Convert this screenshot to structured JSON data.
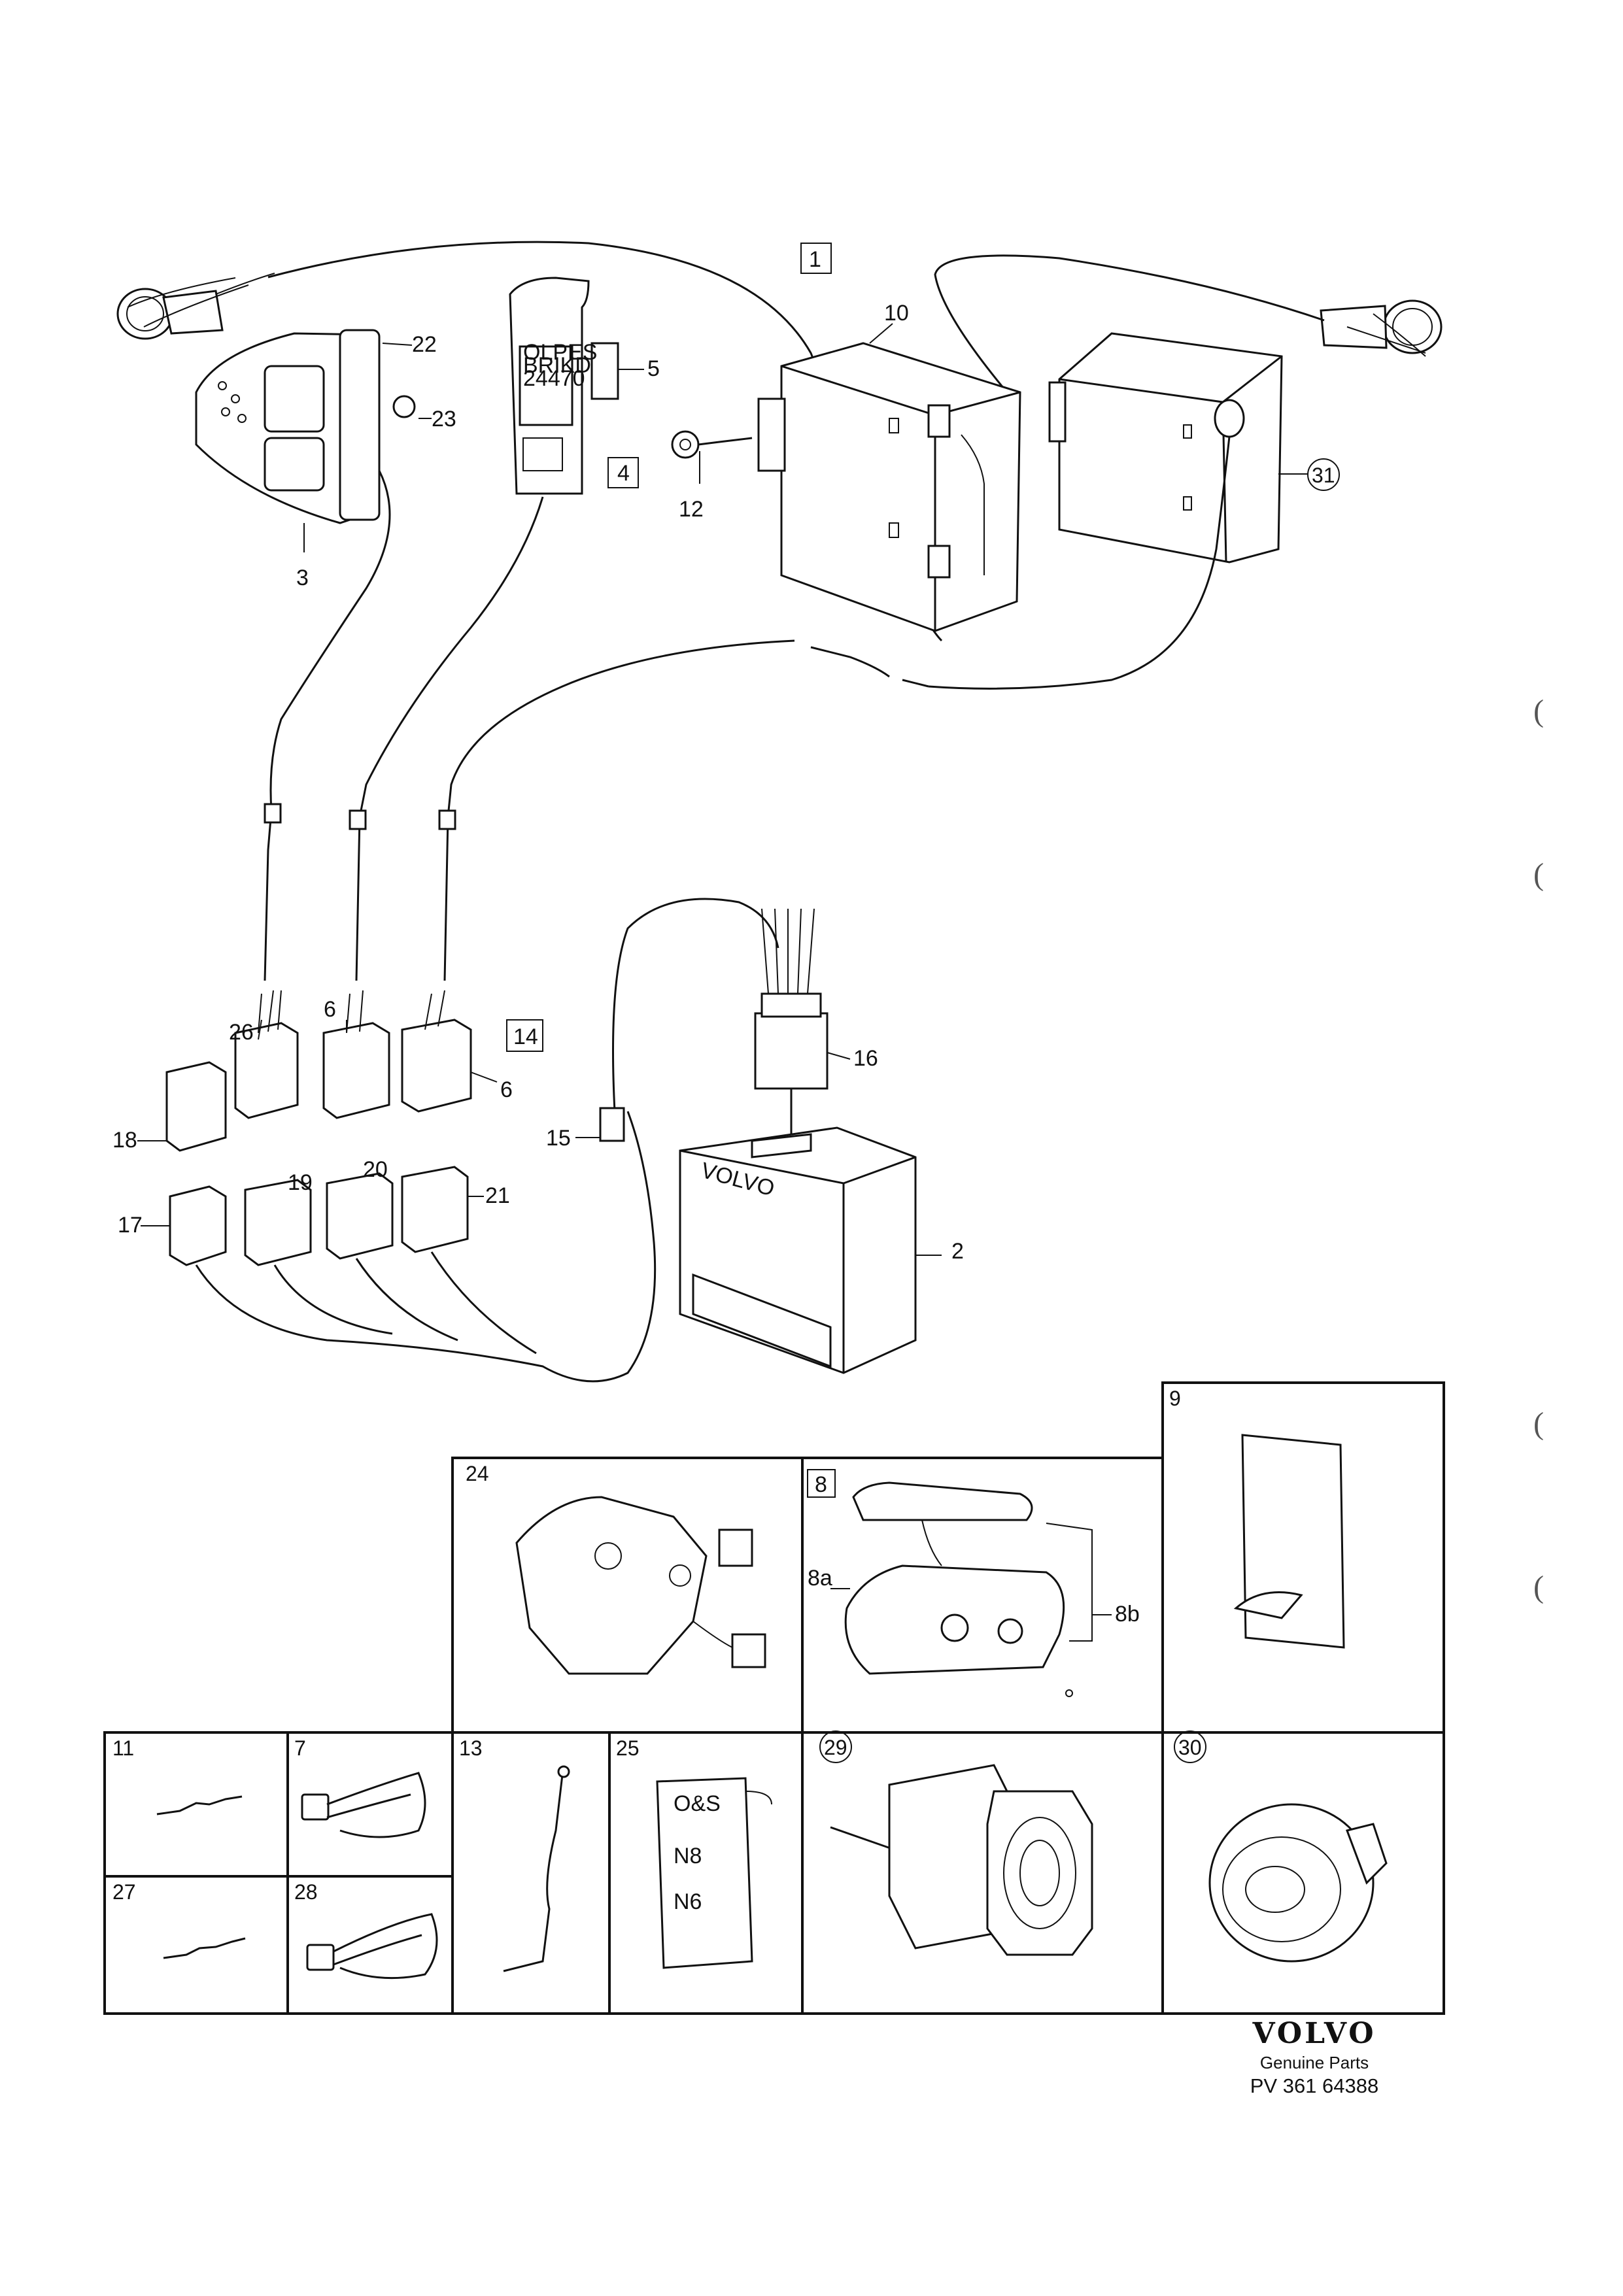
{
  "callouts": {
    "c1": "1",
    "c2": "2",
    "c3": "3",
    "c4": "4",
    "c5": "5",
    "c6a": "6",
    "c6b": "6",
    "c7": "7",
    "c8": "8",
    "c8a": "8a",
    "c8b": "8b",
    "c9": "9",
    "c10": "10",
    "c11": "11",
    "c12": "12",
    "c13": "13",
    "c14": "14",
    "c15": "15",
    "c16": "16",
    "c17": "17",
    "c18": "18",
    "c19": "19",
    "c20": "20",
    "c21": "21",
    "c22": "22",
    "c23": "23",
    "c24": "24",
    "c25": "25",
    "c26": "26",
    "c27": "27",
    "c28": "28",
    "c29": "29",
    "c30": "30",
    "c31": "31"
  },
  "unit_marking": "VOLVO",
  "remote_sticker": [
    "OLPES",
    "BRIKD",
    "24470"
  ],
  "bag_text": [
    "O&S",
    "N8",
    "N6"
  ],
  "footer": {
    "brand": "VOLVO",
    "tagline": "Genuine Parts",
    "code": "PV 361 64388"
  },
  "margin_marks": [
    "(",
    "(",
    "(",
    "("
  ]
}
